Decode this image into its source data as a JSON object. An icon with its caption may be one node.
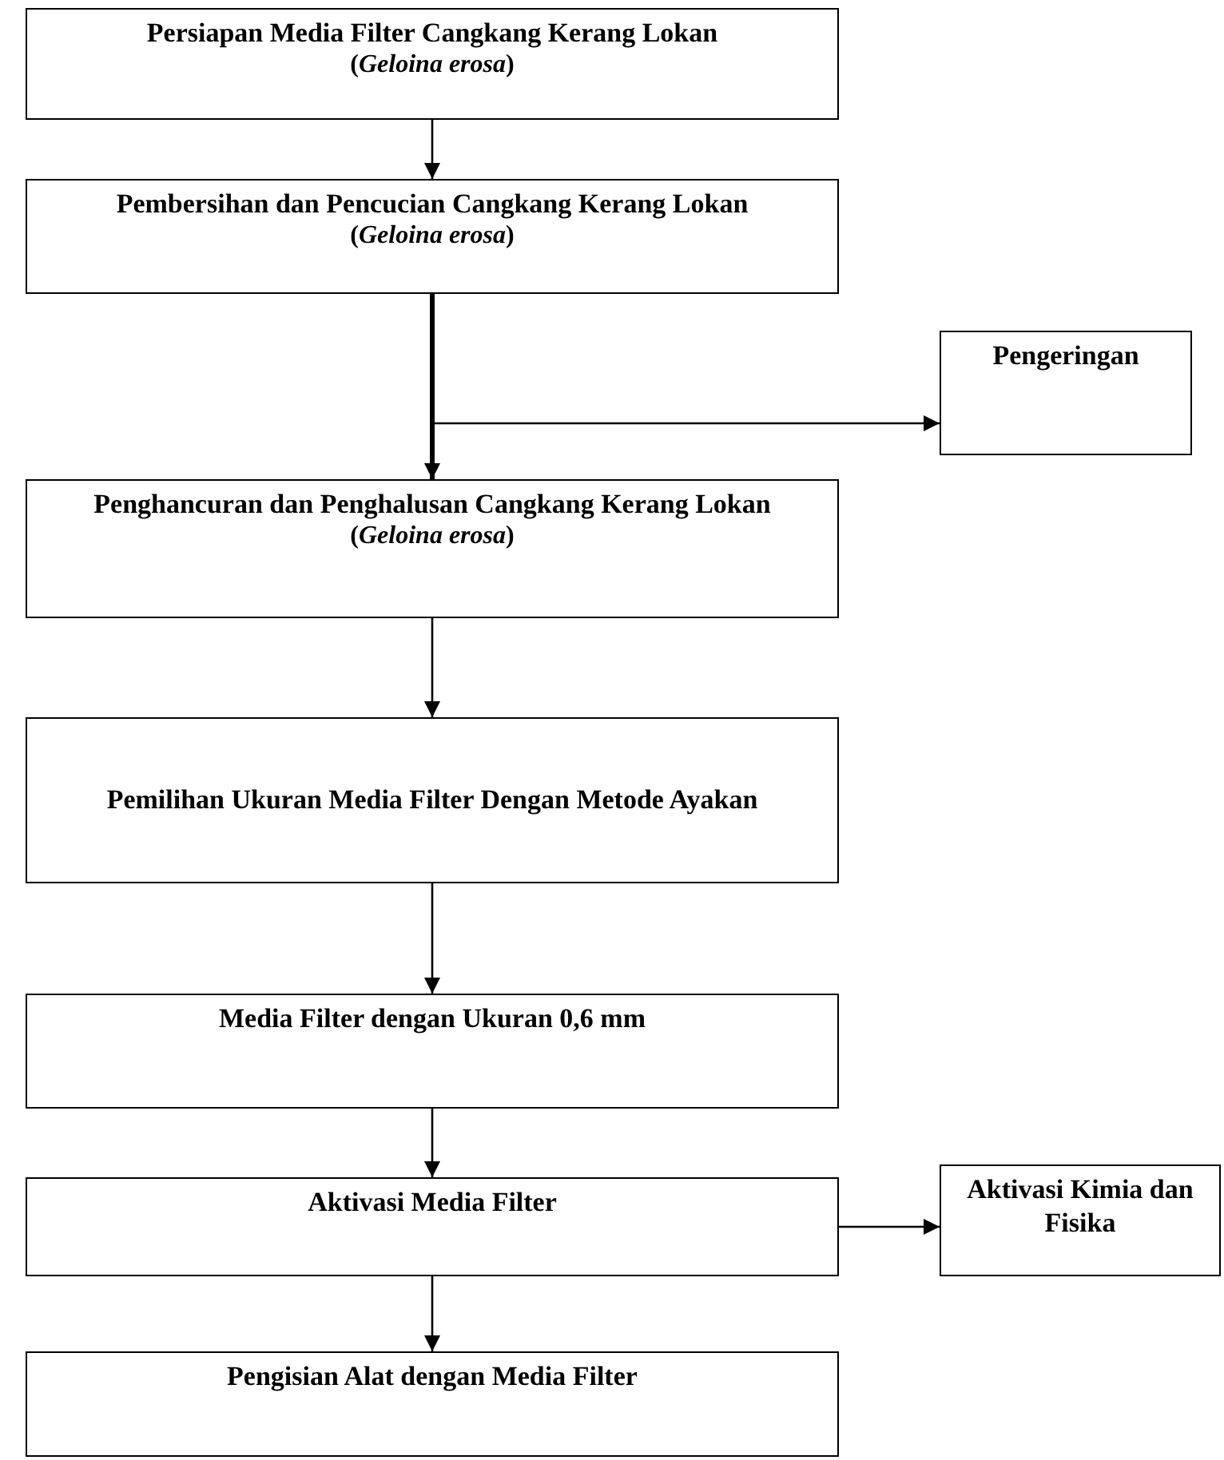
{
  "diagram": {
    "nodes": [
      {
        "text": [
          "Persiapan Media Filter Cangkang Kerang Lokan",
          "(*Geloina erosa*)"
        ]
      },
      {
        "text": [
          "Pembersihan dan Pencucian Cangkang Kerang Lokan",
          "(*Geloina erosa*)"
        ]
      },
      {
        "text": [
          "Pengeringan"
        ]
      },
      {
        "text": [
          "Penghancuran dan Penghalusan Cangkang Kerang Lokan",
          "(*Geloina erosa*)"
        ]
      },
      {
        "text": [
          "Pemilihan Ukuran Media Filter Dengan Metode Ayakan"
        ]
      },
      {
        "text": [
          "Media Filter dengan Ukuran 0,6 mm"
        ]
      },
      {
        "text": [
          "Aktivasi Media Filter"
        ]
      },
      {
        "text": [
          "Aktivasi Kimia dan Fisika"
        ]
      },
      {
        "text": [
          "Pengisian Alat dengan Media Filter"
        ]
      }
    ],
    "edges": [
      {
        "from": 0,
        "to": 1,
        "arrow": "to"
      },
      {
        "from": 1,
        "to": 2,
        "arrow": "to"
      },
      {
        "from": 1,
        "to": 3,
        "arrow": "to",
        "style": "thick"
      },
      {
        "from": 3,
        "to": 4,
        "arrow": "to"
      },
      {
        "from": 4,
        "to": 5,
        "arrow": "to"
      },
      {
        "from": 5,
        "to": 6,
        "arrow": "to"
      },
      {
        "from": 6,
        "to": 7,
        "arrow": "to"
      },
      {
        "from": 6,
        "to": 8,
        "arrow": "to"
      }
    ]
  }
}
